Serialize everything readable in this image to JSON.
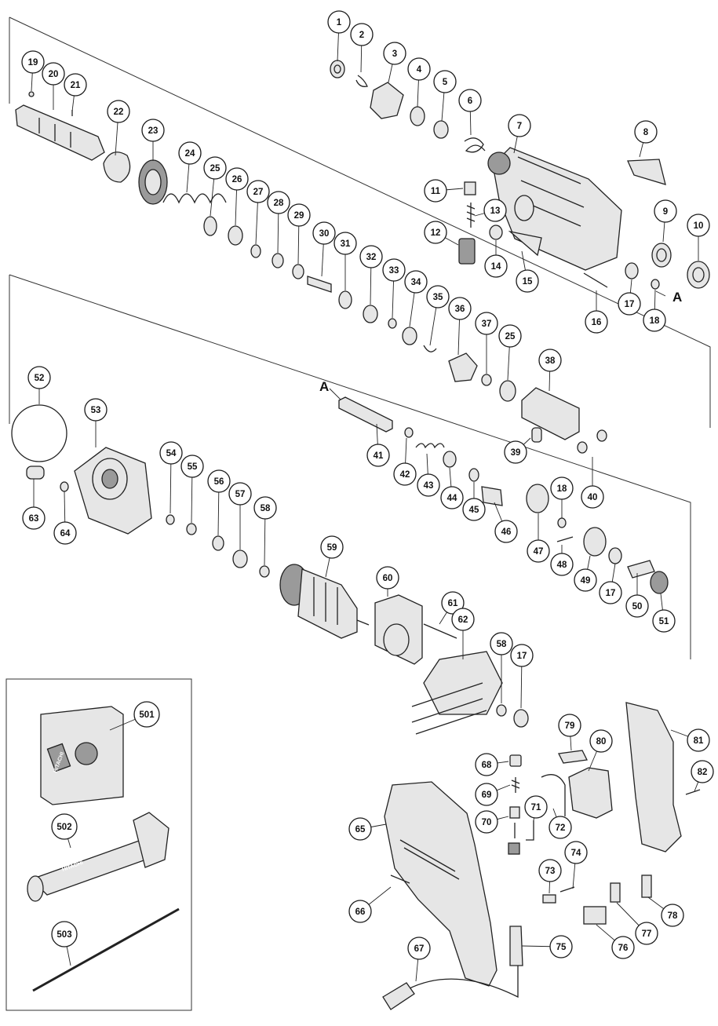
{
  "diagram": {
    "section_marker": "A",
    "brand_marking": "HITACHI",
    "callouts": [
      "1",
      "2",
      "3",
      "4",
      "5",
      "6",
      "7",
      "8",
      "9",
      "10",
      "11",
      "12",
      "13",
      "14",
      "15",
      "16",
      "17",
      "18",
      "19",
      "20",
      "21",
      "22",
      "23",
      "24",
      "25",
      "26",
      "27",
      "28",
      "29",
      "30",
      "31",
      "32",
      "33",
      "34",
      "35",
      "36",
      "37",
      "38",
      "39",
      "40",
      "41",
      "42",
      "43",
      "44",
      "45",
      "46",
      "47",
      "48",
      "49",
      "50",
      "51",
      "52",
      "53",
      "54",
      "55",
      "56",
      "57",
      "58",
      "59",
      "60",
      "61",
      "62",
      "63",
      "64",
      "65",
      "66",
      "67",
      "68",
      "69",
      "70",
      "71",
      "72",
      "73",
      "74",
      "75",
      "76",
      "77",
      "78",
      "79",
      "80",
      "81",
      "82",
      "501",
      "502",
      "503"
    ]
  }
}
